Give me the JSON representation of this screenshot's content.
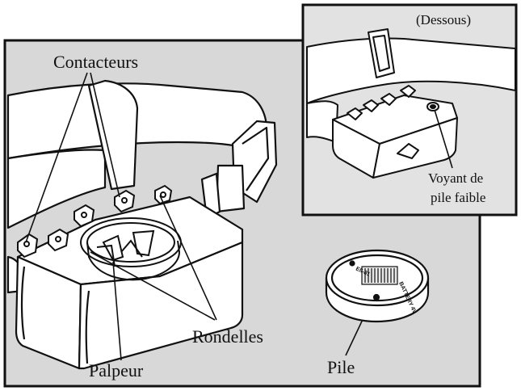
{
  "labels": {
    "contacteurs": "Contacteurs",
    "dessous": "(Dessous)",
    "voyant_line1": "Voyant de",
    "voyant_line2": "pile faible",
    "rondelles": "Rondelles",
    "palpeur": "Palpeur",
    "pile": "Pile"
  },
  "battery_marks": {
    "top": "EII-81",
    "bottom": "BATTERY 4V"
  },
  "colors": {
    "panel_background": "#d8d8d8",
    "inset_background": "#e2e2e2",
    "line": "#111111",
    "device_fill": "#ffffff",
    "strap_fill": "#ffffff"
  }
}
